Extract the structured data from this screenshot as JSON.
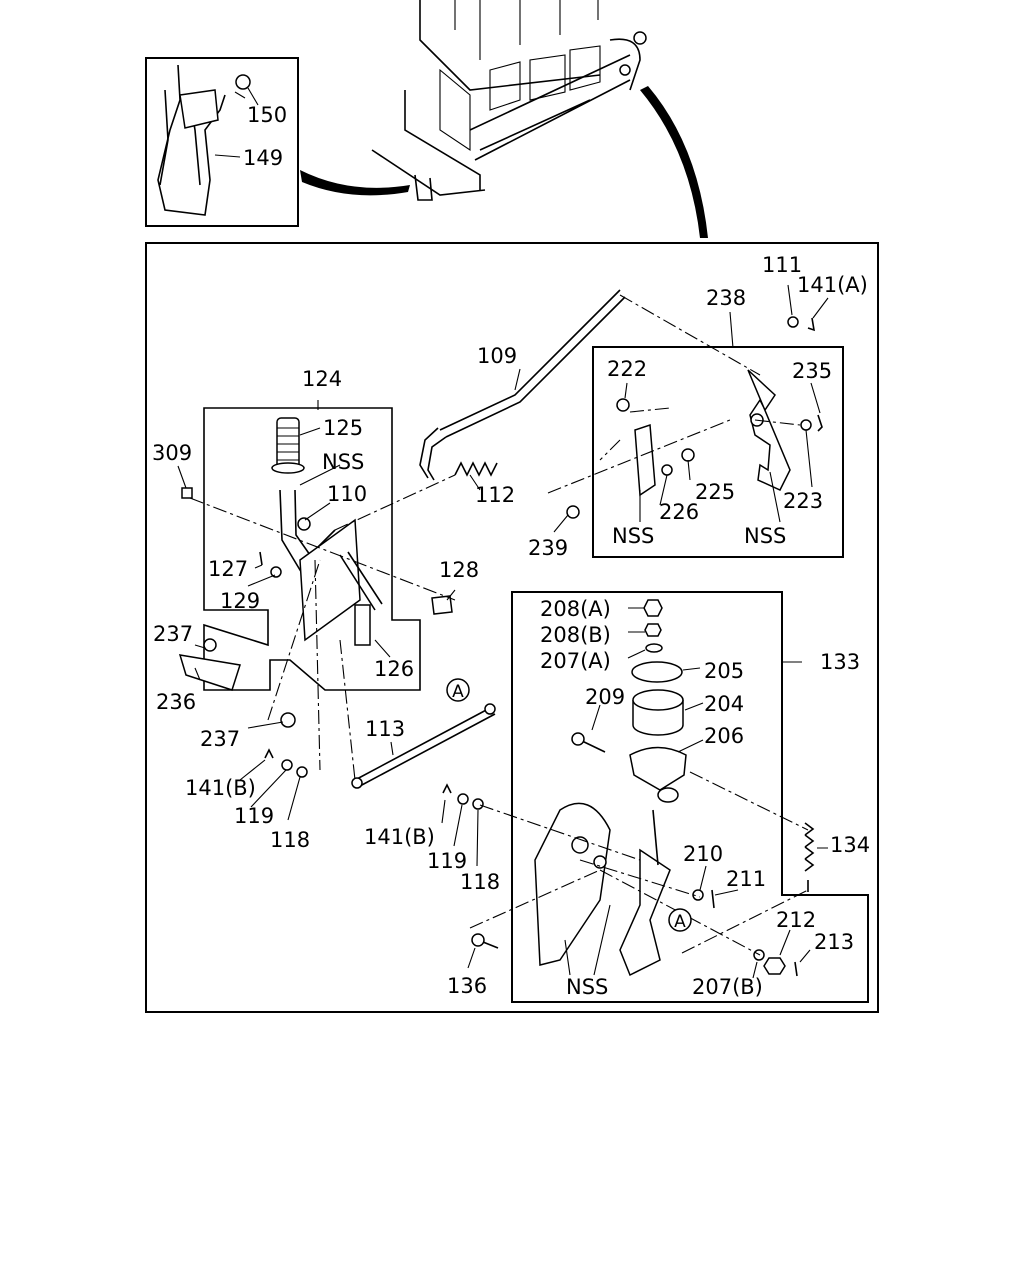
{
  "labels": {
    "l111": "111",
    "l141a": "141(A)",
    "l238": "238",
    "l235": "235",
    "l222": "222",
    "l109": "109",
    "l124": "124",
    "l125": "125",
    "l309": "309",
    "nss1": "NSS",
    "l110": "110",
    "l112": "112",
    "l225": "225",
    "l226": "226",
    "l223": "223",
    "l239": "239",
    "nss2": "NSS",
    "nss3": "NSS",
    "l127": "127",
    "l129": "129",
    "l128": "128",
    "l208a": "208(A)",
    "l208b": "208(B)",
    "l207a": "207(A)",
    "l205": "205",
    "l133": "133",
    "l237a": "237",
    "l236": "236",
    "l126": "126",
    "l209": "209",
    "l204": "204",
    "l206": "206",
    "l113": "113",
    "l237b": "237",
    "l141b1": "141(B)",
    "l119a": "119",
    "l118a": "118",
    "l141b2": "141(B)",
    "l119b": "119",
    "l118b": "118",
    "l134": "134",
    "l210": "210",
    "l211": "211",
    "l212": "212",
    "l213": "213",
    "l136": "136",
    "nss4": "NSS",
    "l207b": "207(B)",
    "l150": "150",
    "l149": "149",
    "circA1": "A",
    "circA2": "A"
  }
}
